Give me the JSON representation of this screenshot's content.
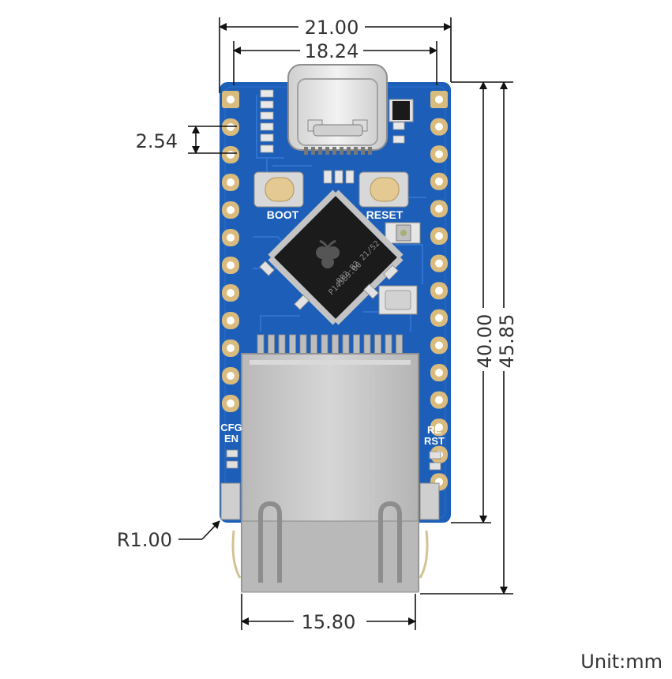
{
  "unit_label": "Unit:mm",
  "dimensions": {
    "board_width": "21.00",
    "pin_span": "18.24",
    "pin_pitch": "2.54",
    "board_length": "40.00",
    "total_length": "45.85",
    "jack_width": "15.80",
    "corner_radius": "R1.00"
  },
  "silkscreen": {
    "boot_label": "BOOT",
    "reset_label": "RESET",
    "cfg_line1": "CFG",
    "cfg_line2": "EN",
    "re_line1": "RE",
    "re_line2": "RST"
  },
  "chip": {
    "line1": "RP2-B2  21/52",
    "line2": "P14S89.00"
  },
  "colors": {
    "pcb": "#1d5fb8",
    "pad": "#d9bb7e",
    "metal": "#c8c8c8"
  }
}
